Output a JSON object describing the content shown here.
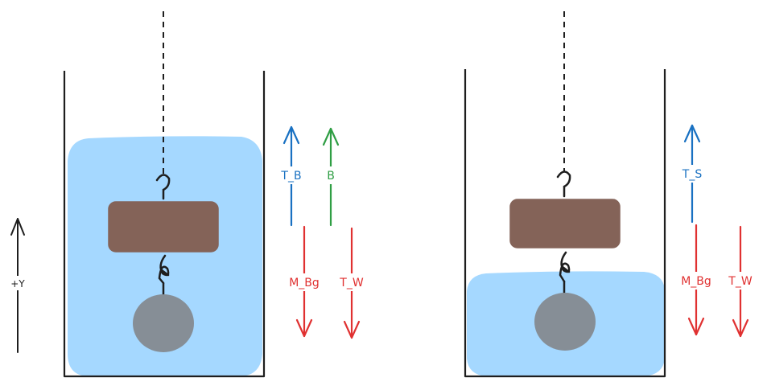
{
  "axis": {
    "label": "+Y"
  },
  "left_setup": {
    "forces_up": [
      {
        "label": "T_B",
        "color": "#1971c2"
      },
      {
        "label": "B",
        "color": "#2f9e44"
      }
    ],
    "forces_down": [
      {
        "label": "M_Bg",
        "color": "#e03131"
      },
      {
        "label": "T_W",
        "color": "#e03131"
      }
    ]
  },
  "right_setup": {
    "forces_up": [
      {
        "label": "T_S",
        "color": "#1971c2"
      }
    ],
    "forces_down": [
      {
        "label": "M_Bg",
        "color": "#e03131"
      },
      {
        "label": "T_W",
        "color": "#e03131"
      }
    ]
  },
  "colors": {
    "water": "#a5d8ff",
    "block": "#846358",
    "weight": "#868e96",
    "outline": "#1e1e1e"
  }
}
